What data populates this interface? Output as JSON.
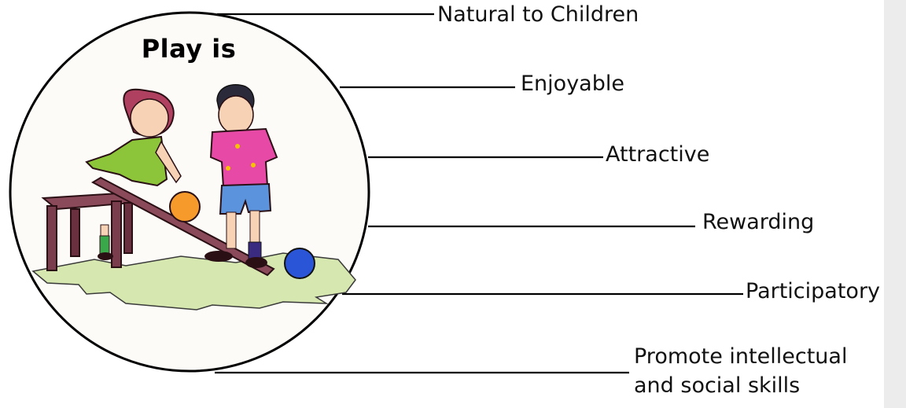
{
  "title": "Play is",
  "labels": [
    "Natural to Children",
    "Enjoyable",
    "Attractive",
    "Rewarding",
    "Participatory",
    "Promote intellectual and social skills"
  ],
  "colors": {
    "circle_outline": "#000000",
    "circle_fill": "#fdfbf7",
    "ground": "#d6e8b0",
    "girl_dress": "#8cc43a",
    "boy_shirt": "#e64aa6",
    "boy_shorts": "#5b94dc",
    "bench": "#7a3d4d",
    "orange_ball": "#f59a2b",
    "blue_ball": "#2a55d6",
    "side_strip": "#ececec"
  }
}
